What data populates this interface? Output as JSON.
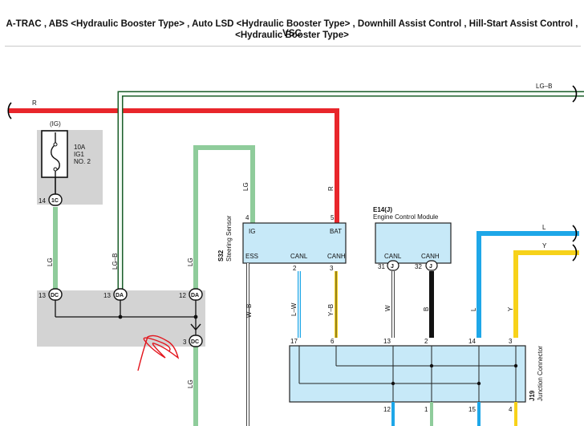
{
  "header": {
    "line1": "A-TRAC , ABS <Hydraulic Booster Type> , Auto LSD <Hydraulic Booster Type> , Downhill Assist Control , Hill-Start Assist Control , VSC",
    "line2": "<Hydraulic Booster Type>"
  },
  "colors": {
    "red": "#e8262b",
    "light_green": "#8fcc9b",
    "blue": "#1ea7e8",
    "yellow": "#f7d21a",
    "black": "#000000",
    "box_fill": "#c7e9f8",
    "gray_block": "#d3d3d3",
    "annotation": "#e3141c"
  },
  "wires": {
    "r_top": "R",
    "lg_b_top": "LG–B",
    "lg_s32": "LG",
    "r_s32": "R",
    "lg_left": "LG",
    "lg_b_mid": "LG–B",
    "lg_mid": "LG",
    "lg_bottom": "LG",
    "w_b": "W–B",
    "l_w": "L–W",
    "y_b": "Y–B",
    "w": "W",
    "b": "B",
    "l_v": "L",
    "y_v": "Y",
    "l_right": "L",
    "y_right": "Y"
  },
  "fuse": {
    "ig": "(IG)",
    "rating": "10A",
    "name": "IG1",
    "number": "NO. 2",
    "pin": "14",
    "conn": "1C"
  },
  "junction_block": {
    "pin_dc": "13",
    "conn_dc": "DC",
    "pin_da1": "13",
    "conn_da1": "DA",
    "pin_da2": "12",
    "conn_da2": "DA",
    "pin_dc_out": "3",
    "conn_dc_out": "DC"
  },
  "s32": {
    "code": "S32",
    "name": "Steering Sensor",
    "ig": "IG",
    "bat": "BAT",
    "ess": "ESS",
    "canl": "CANL",
    "canh": "CANH",
    "pin_ig": "4",
    "pin_bat": "5",
    "pin_canl": "2",
    "pin_canh": "3"
  },
  "e14": {
    "code": "E14(J)",
    "name": "Engine Control Module",
    "canl": "CANL",
    "canh": "CANH",
    "pin_canl": "31",
    "pin_canh": "32",
    "conn": "J"
  },
  "j19": {
    "code": "J19",
    "name": "Junction Connector",
    "top_pins": [
      "17",
      "6",
      "13",
      "2",
      "14",
      "3"
    ],
    "bottom_pins": [
      "12",
      "1",
      "15",
      "4"
    ]
  }
}
